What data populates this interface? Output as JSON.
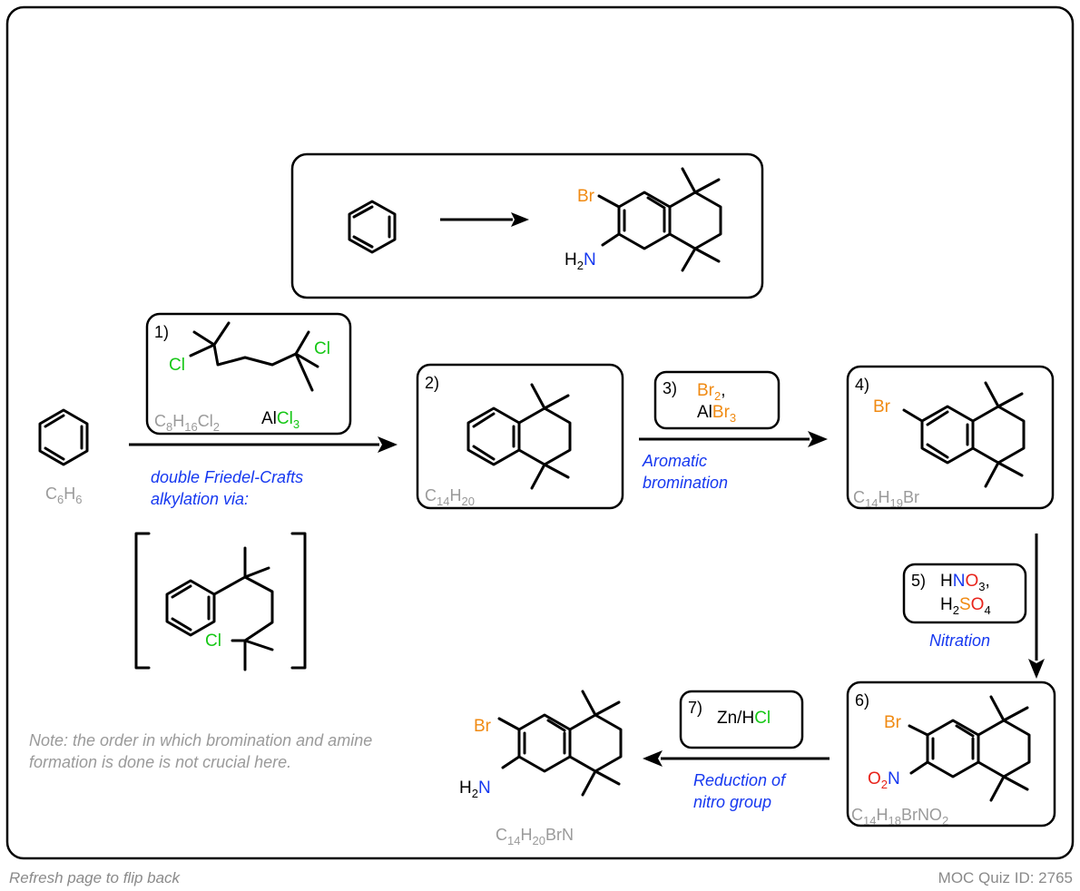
{
  "target": {
    "br": "Br",
    "amine": "H2N"
  },
  "step1": {
    "number": "1)",
    "cl1": "Cl",
    "cl2": "Cl",
    "formula": "C8H16Cl2",
    "catalyst": "AlCl3"
  },
  "benzene_formula": "C6H6",
  "step1_note": {
    "line1": "double Friedel-Crafts",
    "line2": "alkylation via:"
  },
  "intermediate_bracket": {
    "cl": "Cl"
  },
  "step2": {
    "number": "2)",
    "formula": "C14H20"
  },
  "step3": {
    "number": "3)",
    "reagent1": "Br2,",
    "reagent2": "AlBr3",
    "note_line1": "Aromatic",
    "note_line2": "bromination"
  },
  "step4": {
    "number": "4)",
    "br": "Br",
    "formula": "C14H19Br"
  },
  "step5": {
    "number": "5)",
    "reagent1": "HNO3,",
    "reagent2": "H2SO4",
    "note": "Nitration"
  },
  "step6": {
    "number": "6)",
    "br": "Br",
    "nitro": "O2N",
    "formula": "C14H18BrNO2"
  },
  "step7": {
    "number": "7)",
    "reagent": "Zn/HCl",
    "note_line1": "Reduction of",
    "note_line2": "nitro group"
  },
  "product": {
    "br": "Br",
    "amine": "H2N",
    "formula": "C14H20BrN"
  },
  "note": {
    "line1": "Note: the order in which bromination and amine",
    "line2": "formation is done is not crucial here."
  },
  "footer": {
    "left": "Refresh page to flip back",
    "right": "MOC Quiz ID: 2765"
  },
  "colors": {
    "bromine": "#f08a12",
    "chlorine": "#16c716",
    "nitrogen": "#1638f0",
    "oxygen": "#e8231b",
    "annotation": "#1638f0",
    "formula": "#9a9a9a"
  }
}
